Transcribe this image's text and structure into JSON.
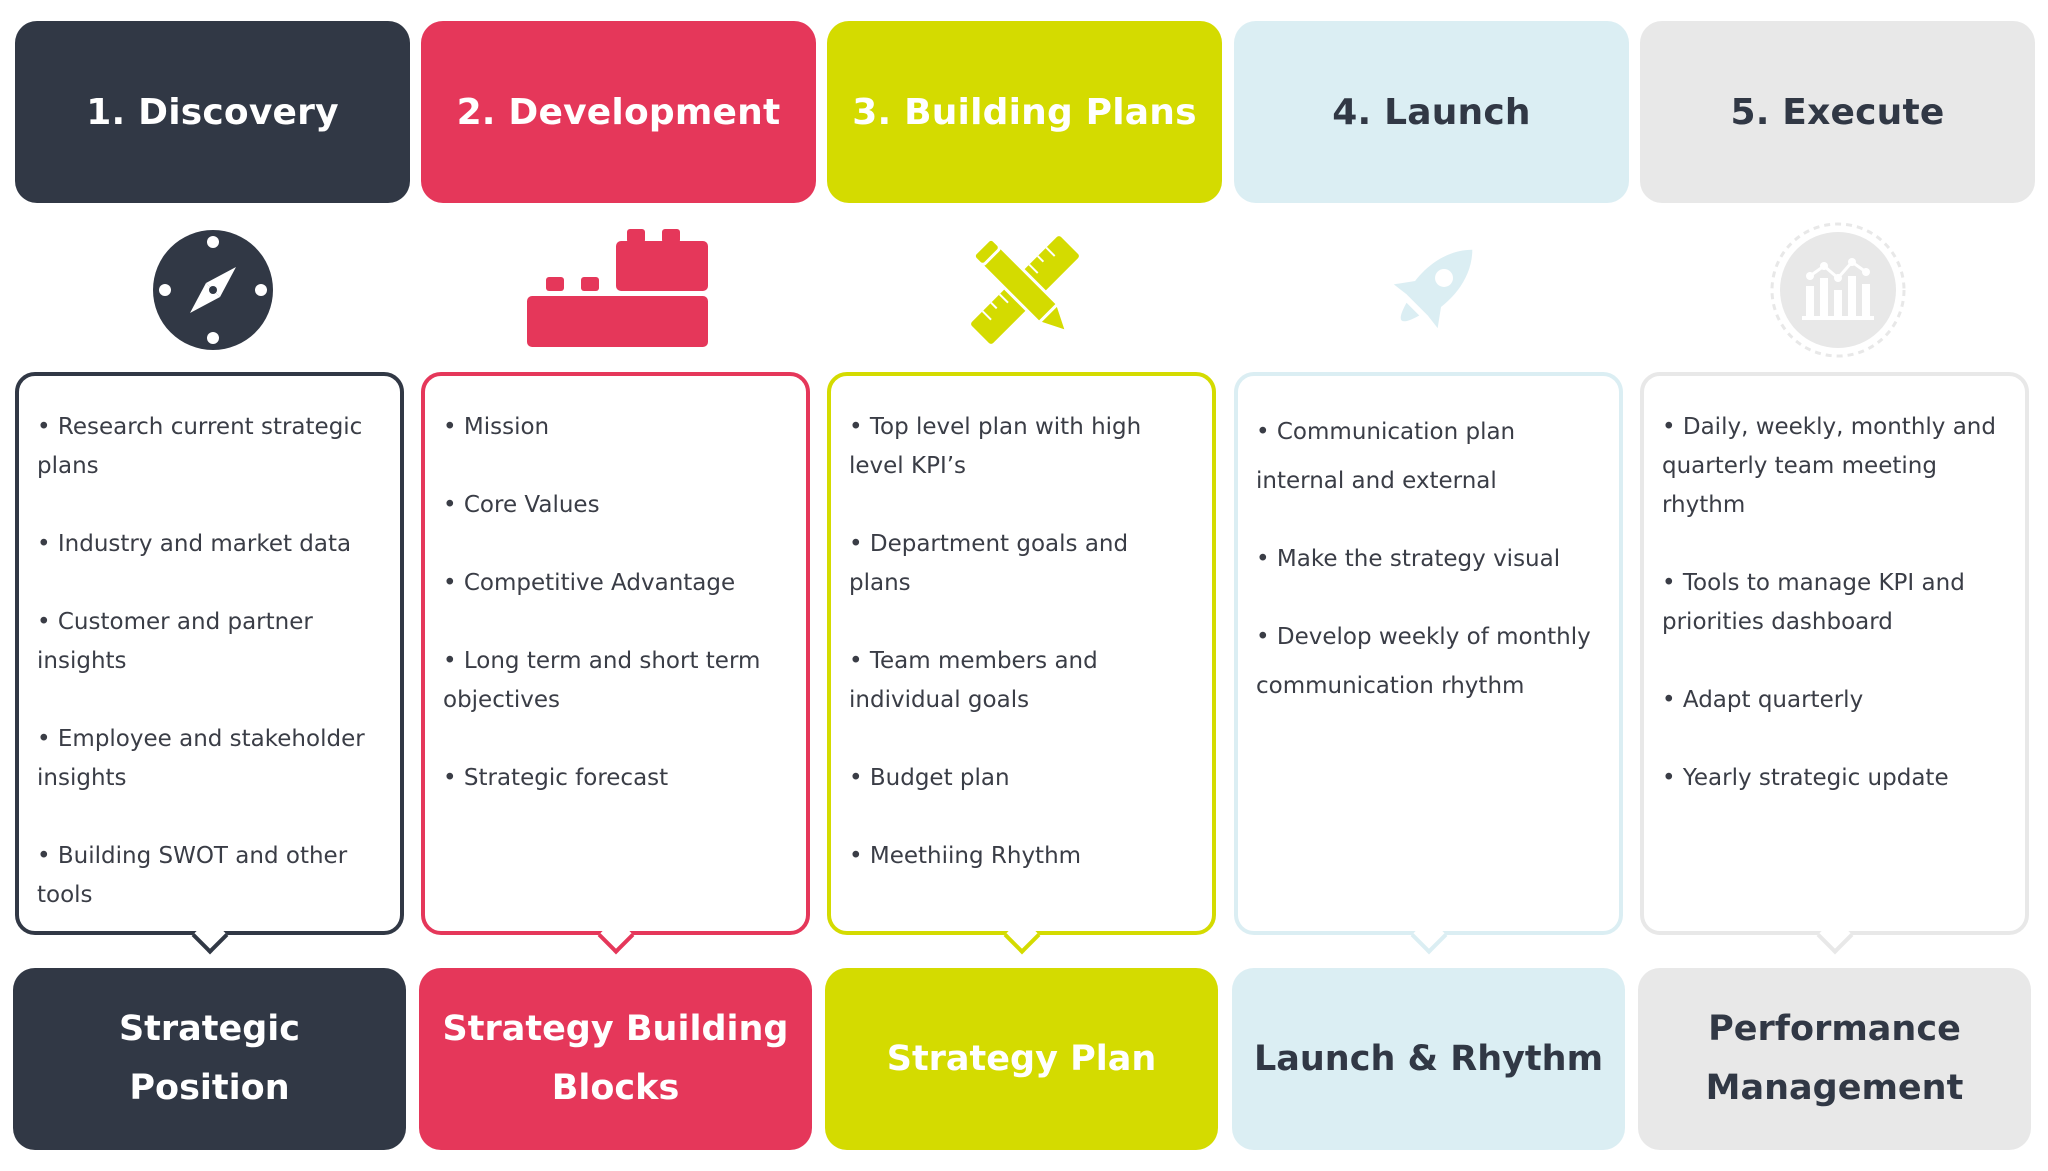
{
  "columns": [
    {
      "title": "1. Discovery",
      "icon": "compass-icon",
      "color": "#313845",
      "items": [
        "• Research current strategic plans",
        "• Industry and market data",
        "• Customer and partner insights",
        "• Employee and stakeholder insights",
        "• Building SWOT and other tools"
      ],
      "footer": "Strategic Position"
    },
    {
      "title": "2. Development",
      "icon": "building-blocks-icon",
      "color": "#e5375a",
      "items": [
        "• Mission",
        "• Core Values",
        "• Competitive Advantage",
        "• Long term and short term objectives",
        "• Strategic forecast"
      ],
      "footer": "Strategy Building Blocks"
    },
    {
      "title": "3. Building Plans",
      "icon": "pencil-ruler-icon",
      "color": "#d4db00",
      "items": [
        "• Top level plan with high level KPI’s",
        "• Department goals and plans",
        "• Team members and individual goals",
        "• Budget plan",
        "• Meethiing Rhythm"
      ],
      "footer": "Strategy Plan"
    },
    {
      "title": "4. Launch",
      "icon": "rocket-icon",
      "color": "#dbeef3",
      "items": [
        "• Communication plan internal and external",
        "• Make the strategy visual",
        "• Develop weekly of monthly communication rhythm"
      ],
      "footer": "Launch & Rhythm"
    },
    {
      "title": "5. Execute",
      "icon": "bar-chart-icon",
      "color": "#e8e8e8",
      "items": [
        "• Daily, weekly, monthly and quarterly team meeting rhythm",
        "• Tools to manage KPI and priorities dashboard",
        "• Adapt quarterly",
        "• Yearly strategic update"
      ],
      "footer": "Performance Management"
    }
  ]
}
